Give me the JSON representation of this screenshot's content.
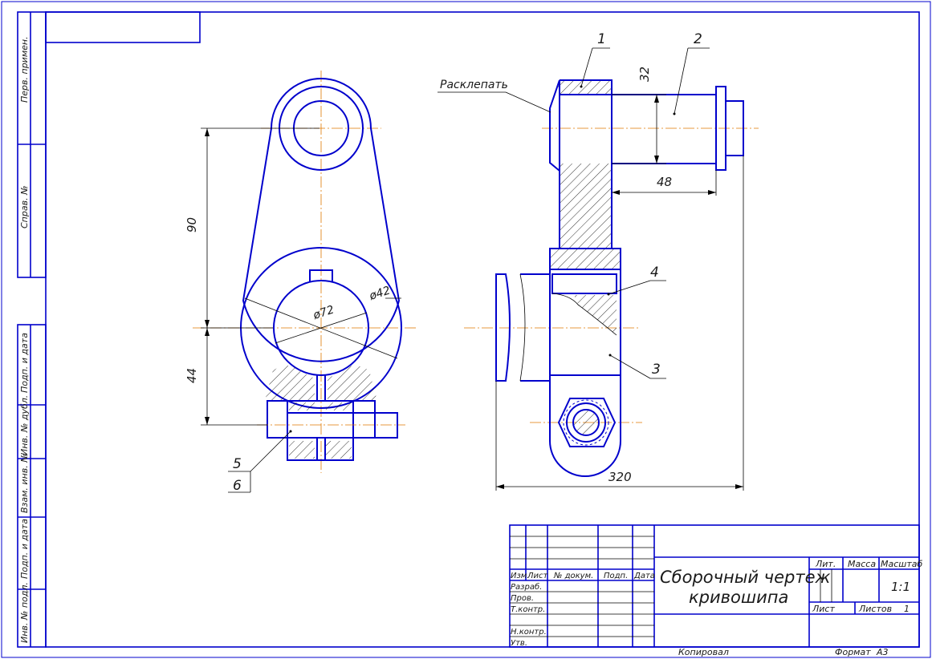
{
  "side_stamp": {
    "perv_primen": "Перв. примен.",
    "sprav_no": "Справ. №",
    "podp_data_1": "Подп. и дата",
    "inv_dubl": "Инв. № дубл.",
    "vzam_inv": "Взам. инв. №",
    "podp_data_2": "Подп. и дата",
    "inv_podl": "Инв. № подл."
  },
  "dimensions": {
    "d90": "90",
    "d44": "44",
    "d72": "ø72",
    "d42": "ø42",
    "d32": "32",
    "d48": "48",
    "d320": "320"
  },
  "callouts": {
    "p1": "1",
    "p2": "2",
    "p3": "3",
    "p4": "4",
    "p5": "5",
    "p6": "6",
    "rasklepat": "Расклепать"
  },
  "title_block": {
    "title_line1": "Сборочный чертеж",
    "title_line2": "кривошипа",
    "izm": "Изм.",
    "list": "Лист",
    "n_dokum": "№ докум.",
    "podp": "Подп.",
    "data": "Дата",
    "razrab": "Разраб.",
    "prov": "Пров.",
    "tkontr": "Т.контр.",
    "nkontr": "Н.контр.",
    "utv": "Утв.",
    "lit": "Лит.",
    "massa": "Масса",
    "masshtab": "Масштаб",
    "scale_value": "1:1",
    "list_label": "Лист",
    "listov_label": "Листов",
    "listov_value": "1",
    "kopiroval": "Копировал",
    "format_label": "Формат",
    "format_value": "А3"
  }
}
